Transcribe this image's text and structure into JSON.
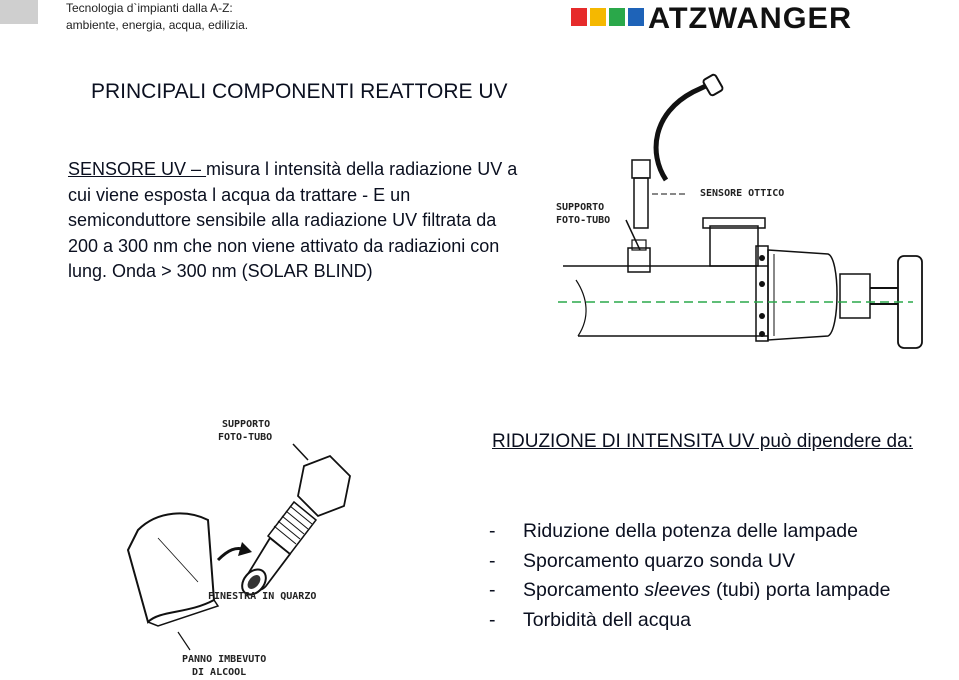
{
  "header": {
    "line1": "Tecnologia d`impianti dalla A-Z:",
    "line2": "ambiente, energia, acqua, edilizia.",
    "brand": "ATZWANGER",
    "brand_colors": [
      "#e62b2b",
      "#f5b800",
      "#2aa84a",
      "#1e63b8"
    ]
  },
  "title": "PRINCIPALI COMPONENTI REATTORE UV",
  "sensor": {
    "term": "SENSORE UV – ",
    "description": "misura l intensità della radiazione UV a cui viene esposta l acqua da trattare  - E  un semiconduttore sensibile alla radiazione UV filtrata da 200 a 300 nm  che non viene attivato da radiazioni con lung. Onda > 300 nm (SOLAR BLIND)"
  },
  "diagram_top": {
    "label_support_1": "SUPPORTO",
    "label_support_2": "FOTO-TUBO",
    "label_sensor": "SENSORE OTTICO"
  },
  "diagram_bottom": {
    "label_support_1": "SUPPORTO",
    "label_support_2": "FOTO-TUBO",
    "label_window": "FINESTRA IN QUARZO",
    "label_cloth_1": "PANNO IMBEVUTO",
    "label_cloth_2": "DI ALCOOL"
  },
  "intensity": {
    "heading": "RIDUZIONE DI INTENSITA  UV può dipendere da:",
    "causes": [
      {
        "text": "Riduzione della potenza delle lampade"
      },
      {
        "text": "Sporcamento quarzo sonda UV"
      },
      {
        "prefix": "Sporcamento ",
        "italic": "sleeves",
        "suffix": "  (tubi) porta lampade"
      },
      {
        "text": "Torbidità dell acqua"
      }
    ]
  }
}
